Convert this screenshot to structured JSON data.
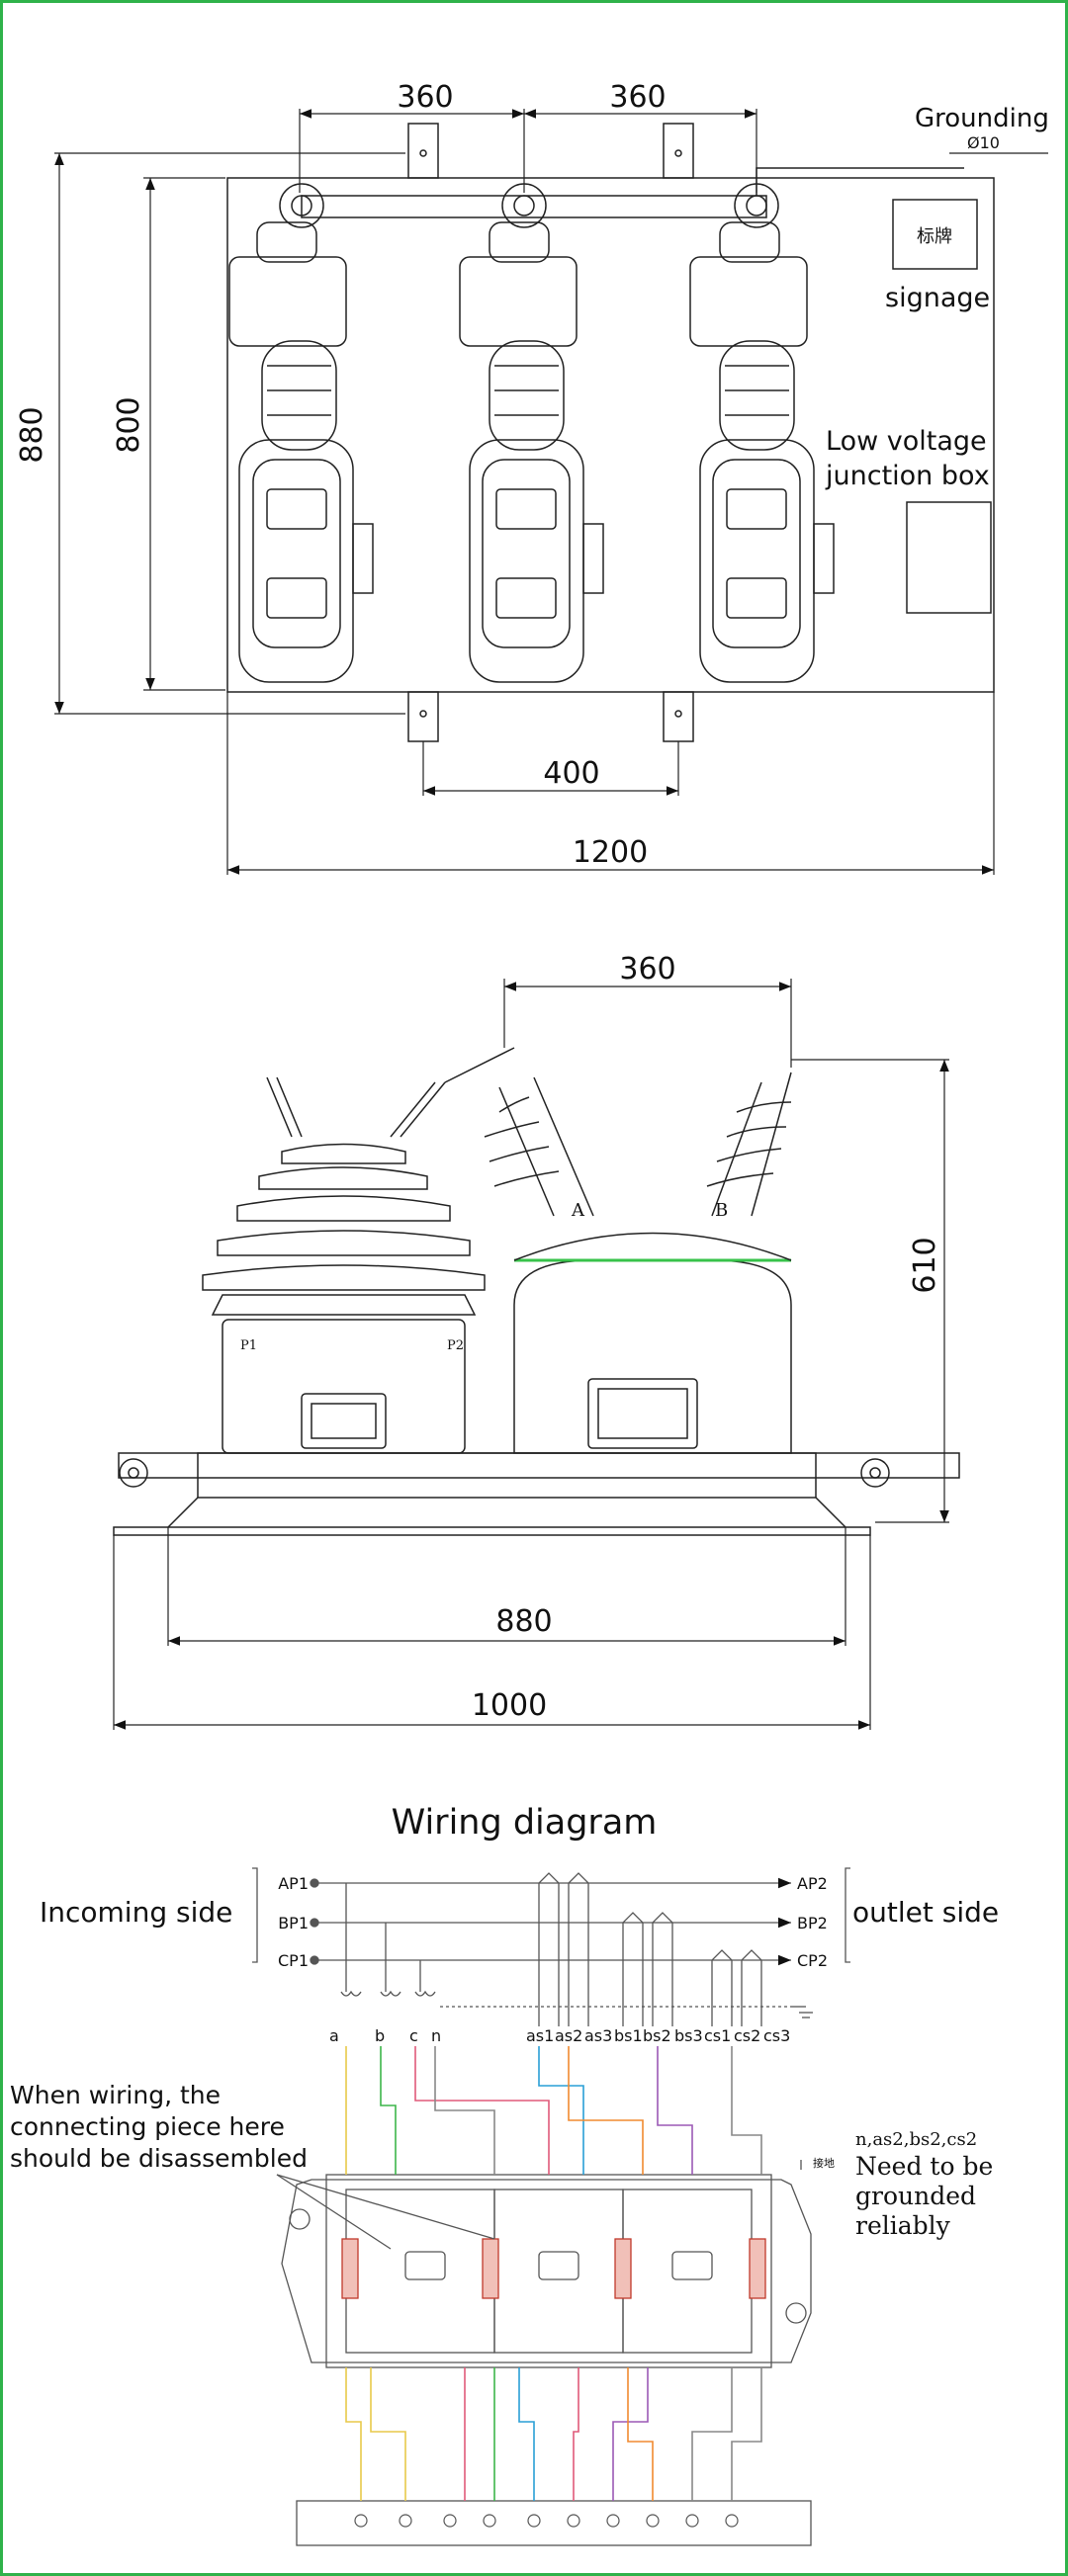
{
  "top_view": {
    "dim_360_left": "360",
    "dim_360_right": "360",
    "dim_880": "880",
    "dim_800": "800",
    "dim_400": "400",
    "dim_1200": "1200",
    "grounding": "Grounding",
    "grounding_size": "Ø10",
    "signage_cn": "标牌",
    "signage": "signage",
    "lv_box_line1": "Low voltage",
    "lv_box_line2": "junction box"
  },
  "side_view": {
    "dim_360": "360",
    "dim_610": "610",
    "dim_880": "880",
    "dim_1000": "1000",
    "terminal_a": "A",
    "terminal_b": "B",
    "mark_p1": "P1",
    "mark_p2": "P2"
  },
  "wiring": {
    "title": "Wiring diagram",
    "incoming_side": "Incoming side",
    "outlet_side": "outlet side",
    "inputs": [
      "AP1",
      "BP1",
      "CP1"
    ],
    "outputs": [
      "AP2",
      "BP2",
      "CP2"
    ],
    "terminals": [
      "a",
      "b",
      "c",
      "n",
      "as1",
      "as2",
      "as3",
      "bs1",
      "bs2",
      "bs3",
      "cs1",
      "cs2",
      "cs3"
    ],
    "note_left_1": "When wiring, the",
    "note_left_2": "connecting piece here",
    "note_left_3": "should be disassembled",
    "note_right_0": "n,as2,bs2,cs2",
    "note_right_1": "Need to be",
    "note_right_2": "grounded",
    "note_right_3": "reliably",
    "ground_cn": "接地",
    "wire_colors": [
      "#e8c94a",
      "#e8c94a",
      "#3db54a",
      "#e05a7a",
      "#2a9fd6",
      "#f08a30",
      "#9b59b6",
      "#e05a7a",
      "#888888",
      "#888888"
    ]
  }
}
